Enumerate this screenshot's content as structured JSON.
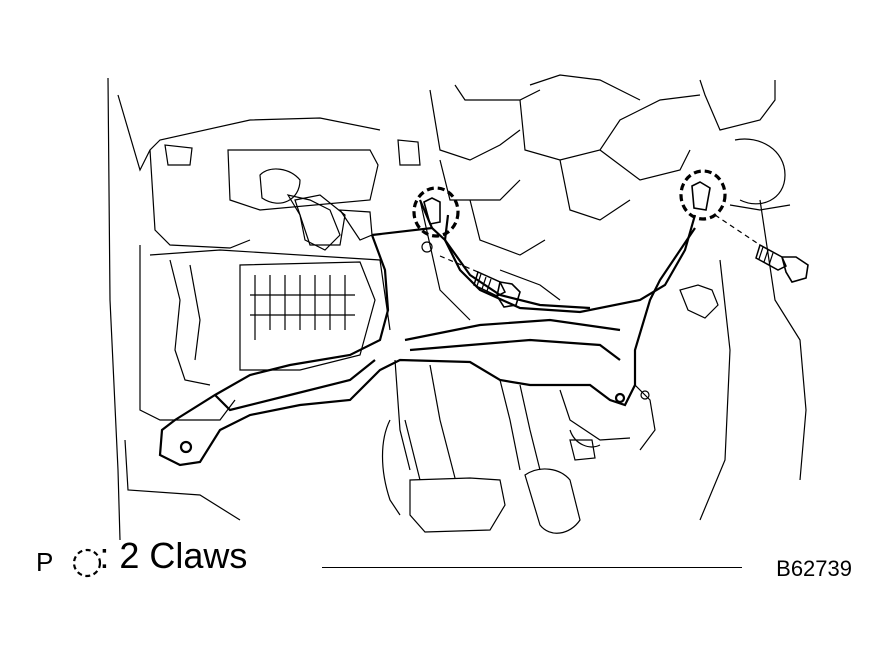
{
  "legend": {
    "marker_letter": "P",
    "marker_icon": "dashed-circle-icon",
    "text": ": 2 Claws"
  },
  "figure_id": "B62739"
}
